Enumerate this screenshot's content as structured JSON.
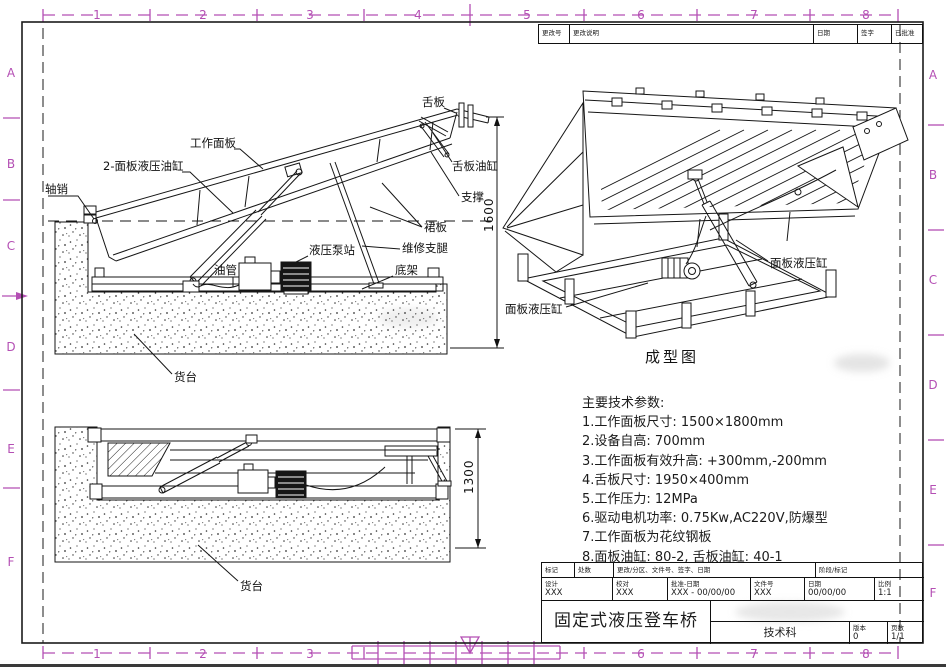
{
  "colors": {
    "accent": "#b44fb4",
    "ink": "#1b1b1b",
    "paper": "#ffffff"
  },
  "sheet": {
    "cols": [
      "1",
      "2",
      "3",
      "4",
      "5",
      "6",
      "7",
      "8"
    ],
    "rows": [
      "A",
      "B",
      "C",
      "D",
      "E",
      "F"
    ]
  },
  "revision_strip": {
    "cells": [
      "更改号",
      "更改说明",
      "日期",
      "签字",
      "已批准"
    ]
  },
  "views": {
    "raised": {
      "labels": [
        "轴销",
        "2-面板液压油缸",
        "工作面板",
        "舌板",
        "舌板油缸",
        "支撑",
        "裙板",
        "维修支腿",
        "液压泵站",
        "油管",
        "底架",
        "货台"
      ],
      "dimension": "1600"
    },
    "lowered": {
      "labels": [
        "货台"
      ],
      "dimension": "1300"
    },
    "isometric": {
      "caption": "成型图",
      "labels": [
        "面板液压缸",
        "面板液压缸"
      ]
    }
  },
  "tech_params": {
    "title": "主要技术参数:",
    "items": [
      "1.工作面板尺寸: 1500×1800mm",
      "2.设备自高: 700mm",
      "3.工作面板有效升高: +300mm,-200mm",
      "4.舌板尺寸: 1950×400mm",
      "5.工作压力: 12MPa",
      "6.驱动电机功率: 0.75Kw,AC220V,防爆型",
      "7.工作面板为花纹钢板",
      "8.面板油缸: 80-2, 舌板油缸: 40-1"
    ]
  },
  "title_block": {
    "row1": [
      "标记",
      "处数",
      "更改/分区、文件号、签字、日期",
      "阶段/标记"
    ],
    "fields": [
      {
        "label": "设计",
        "value": "XXX"
      },
      {
        "label": "校对",
        "value": "XXX"
      },
      {
        "label": "批准-日期",
        "value": "XXX - 00/00/00"
      },
      {
        "label": "文件号",
        "value": "XXX"
      },
      {
        "label": "日期",
        "value": "00/00/00"
      },
      {
        "label": "比例",
        "value": "1:1"
      }
    ],
    "title": "固定式液压登车桥",
    "department": "技术科",
    "version_label": "版本",
    "version": "0",
    "sheet_label": "页数",
    "sheet_no": "1/1"
  }
}
